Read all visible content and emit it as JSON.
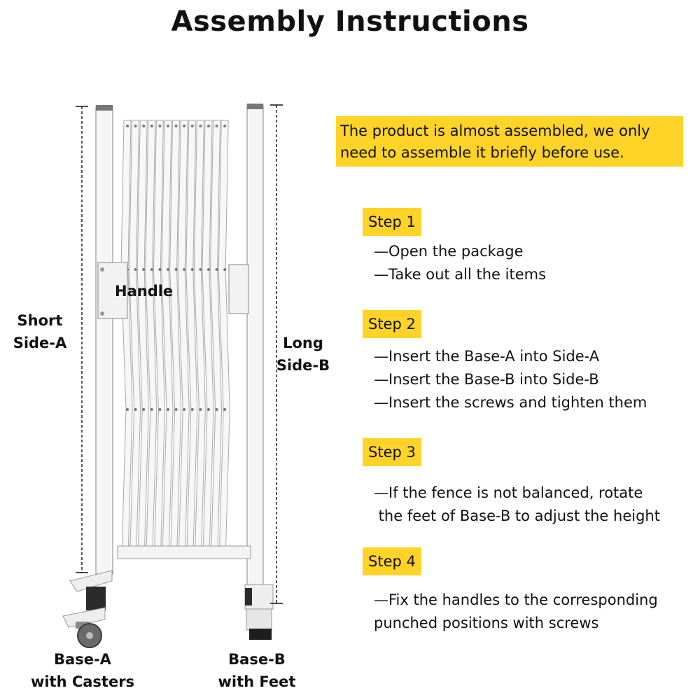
{
  "title": "Assembly Instructions",
  "intro": {
    "line1": "The product is almost assembled, we only",
    "line2": "need to assemble it briefly before use."
  },
  "steps": [
    {
      "label": "Step 1",
      "lines": [
        "—Open the package",
        "—Take out all the items"
      ]
    },
    {
      "label": "Step 2",
      "lines": [
        "—Insert the Base-A into Side-A",
        "—Insert the Base-B into Side-B",
        "—Insert the screws and tighten them"
      ]
    },
    {
      "label": "Step 3",
      "lines": [
        "—If the fence is not balanced, rotate",
        " the feet of Base-B to adjust the height"
      ]
    },
    {
      "label": "Step 4",
      "lines": [
        "—Fix the handles to the corresponding",
        "punched positions with screws"
      ]
    }
  ],
  "diagram": {
    "handle": "Handle",
    "short_side": [
      "Short",
      "Side-A"
    ],
    "long_side": [
      "Long",
      "Side-B"
    ],
    "base_a": [
      "Base-A",
      "with Casters"
    ],
    "base_b": [
      "Base-B",
      "with Feet"
    ]
  },
  "colors": {
    "accent": "#ffd327",
    "frame": "#f4f4f4",
    "outline": "#9a9a9a",
    "foot": "#222222"
  }
}
